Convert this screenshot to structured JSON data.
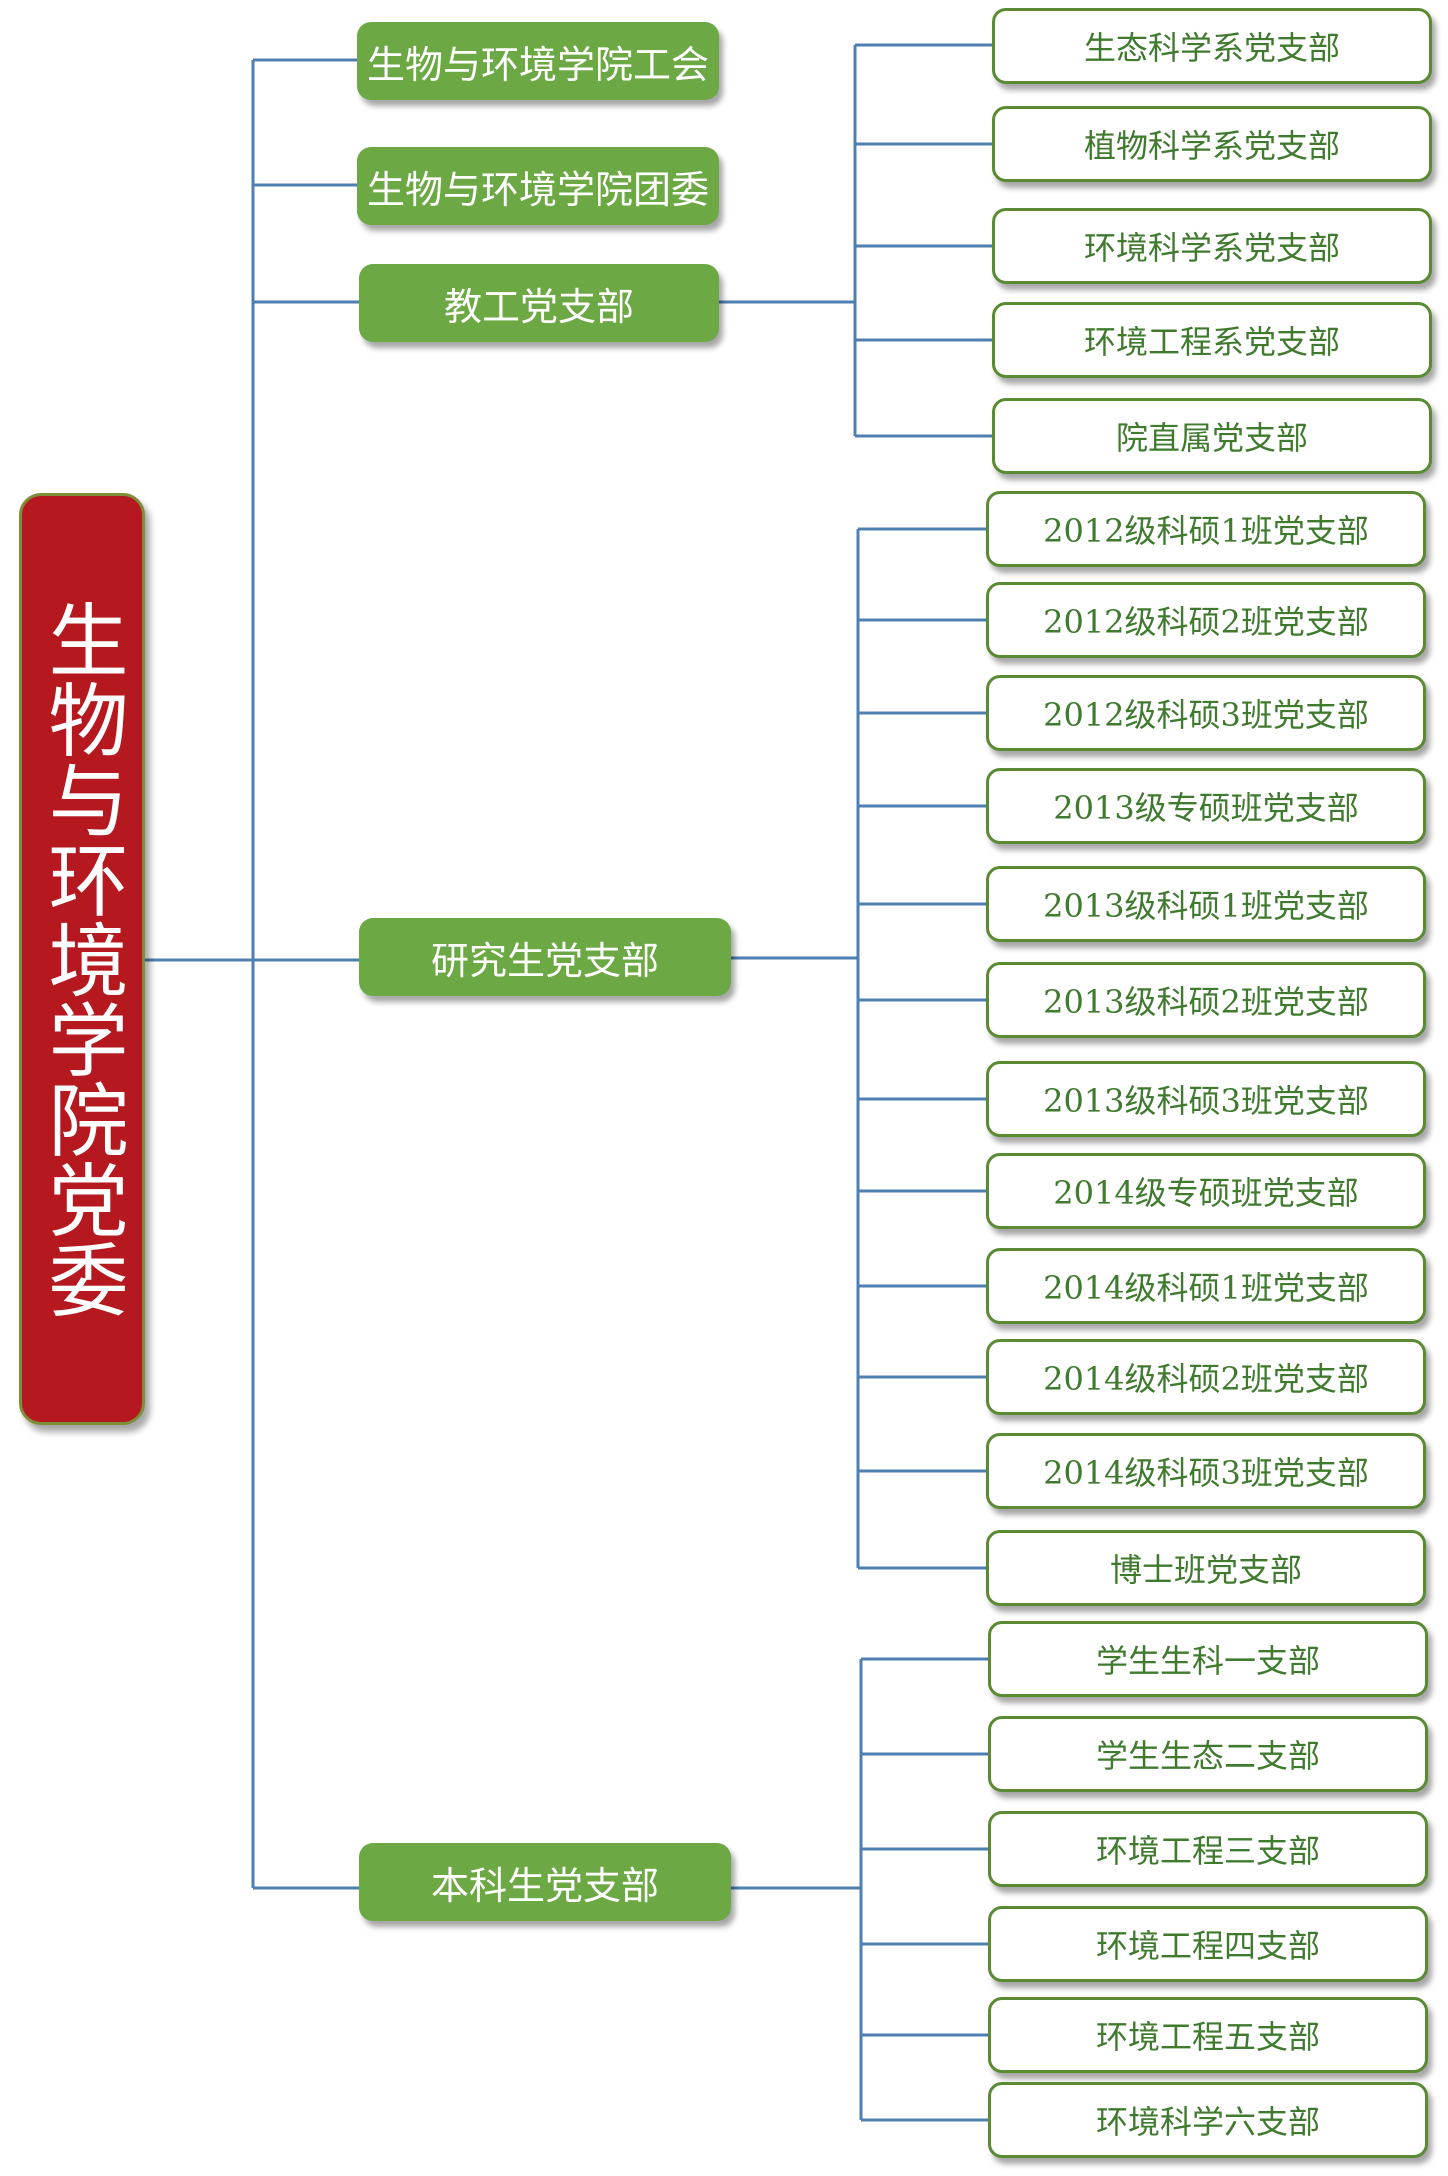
{
  "root": {
    "label": "生物与环境学院党委"
  },
  "branches": [
    {
      "label": "生物与环境学院工会",
      "children": []
    },
    {
      "label": "生物与环境学院团委",
      "children": []
    },
    {
      "label": "教工党支部",
      "children": [
        "生态科学系党支部",
        "植物科学系党支部",
        "环境科学系党支部",
        "环境工程系党支部",
        "院直属党支部"
      ]
    },
    {
      "label": "研究生党支部",
      "children": [
        "2012级科硕1班党支部",
        "2012级科硕2班党支部",
        "2012级科硕3班党支部",
        "2013级专硕班党支部",
        "2013级科硕1班党支部",
        "2013级科硕2班党支部",
        "2013级科硕3班党支部",
        "2014级专硕班党支部",
        "2014级科硕1班党支部",
        "2014级科硕2班党支部",
        "2014级科硕3班党支部",
        "博士班党支部"
      ]
    },
    {
      "label": "本科生党支部",
      "children": [
        "学生生科一支部",
        "学生生态二支部",
        "环境工程三支部",
        "环境工程四支部",
        "环境工程五支部",
        "环境科学六支部"
      ]
    }
  ],
  "colors": {
    "root_fill": "#b5191f",
    "branch_fill": "#6ca844",
    "leaf_border": "#5a8a32",
    "leaf_text": "#3f7a2e",
    "connector": "#4f7fb0"
  }
}
